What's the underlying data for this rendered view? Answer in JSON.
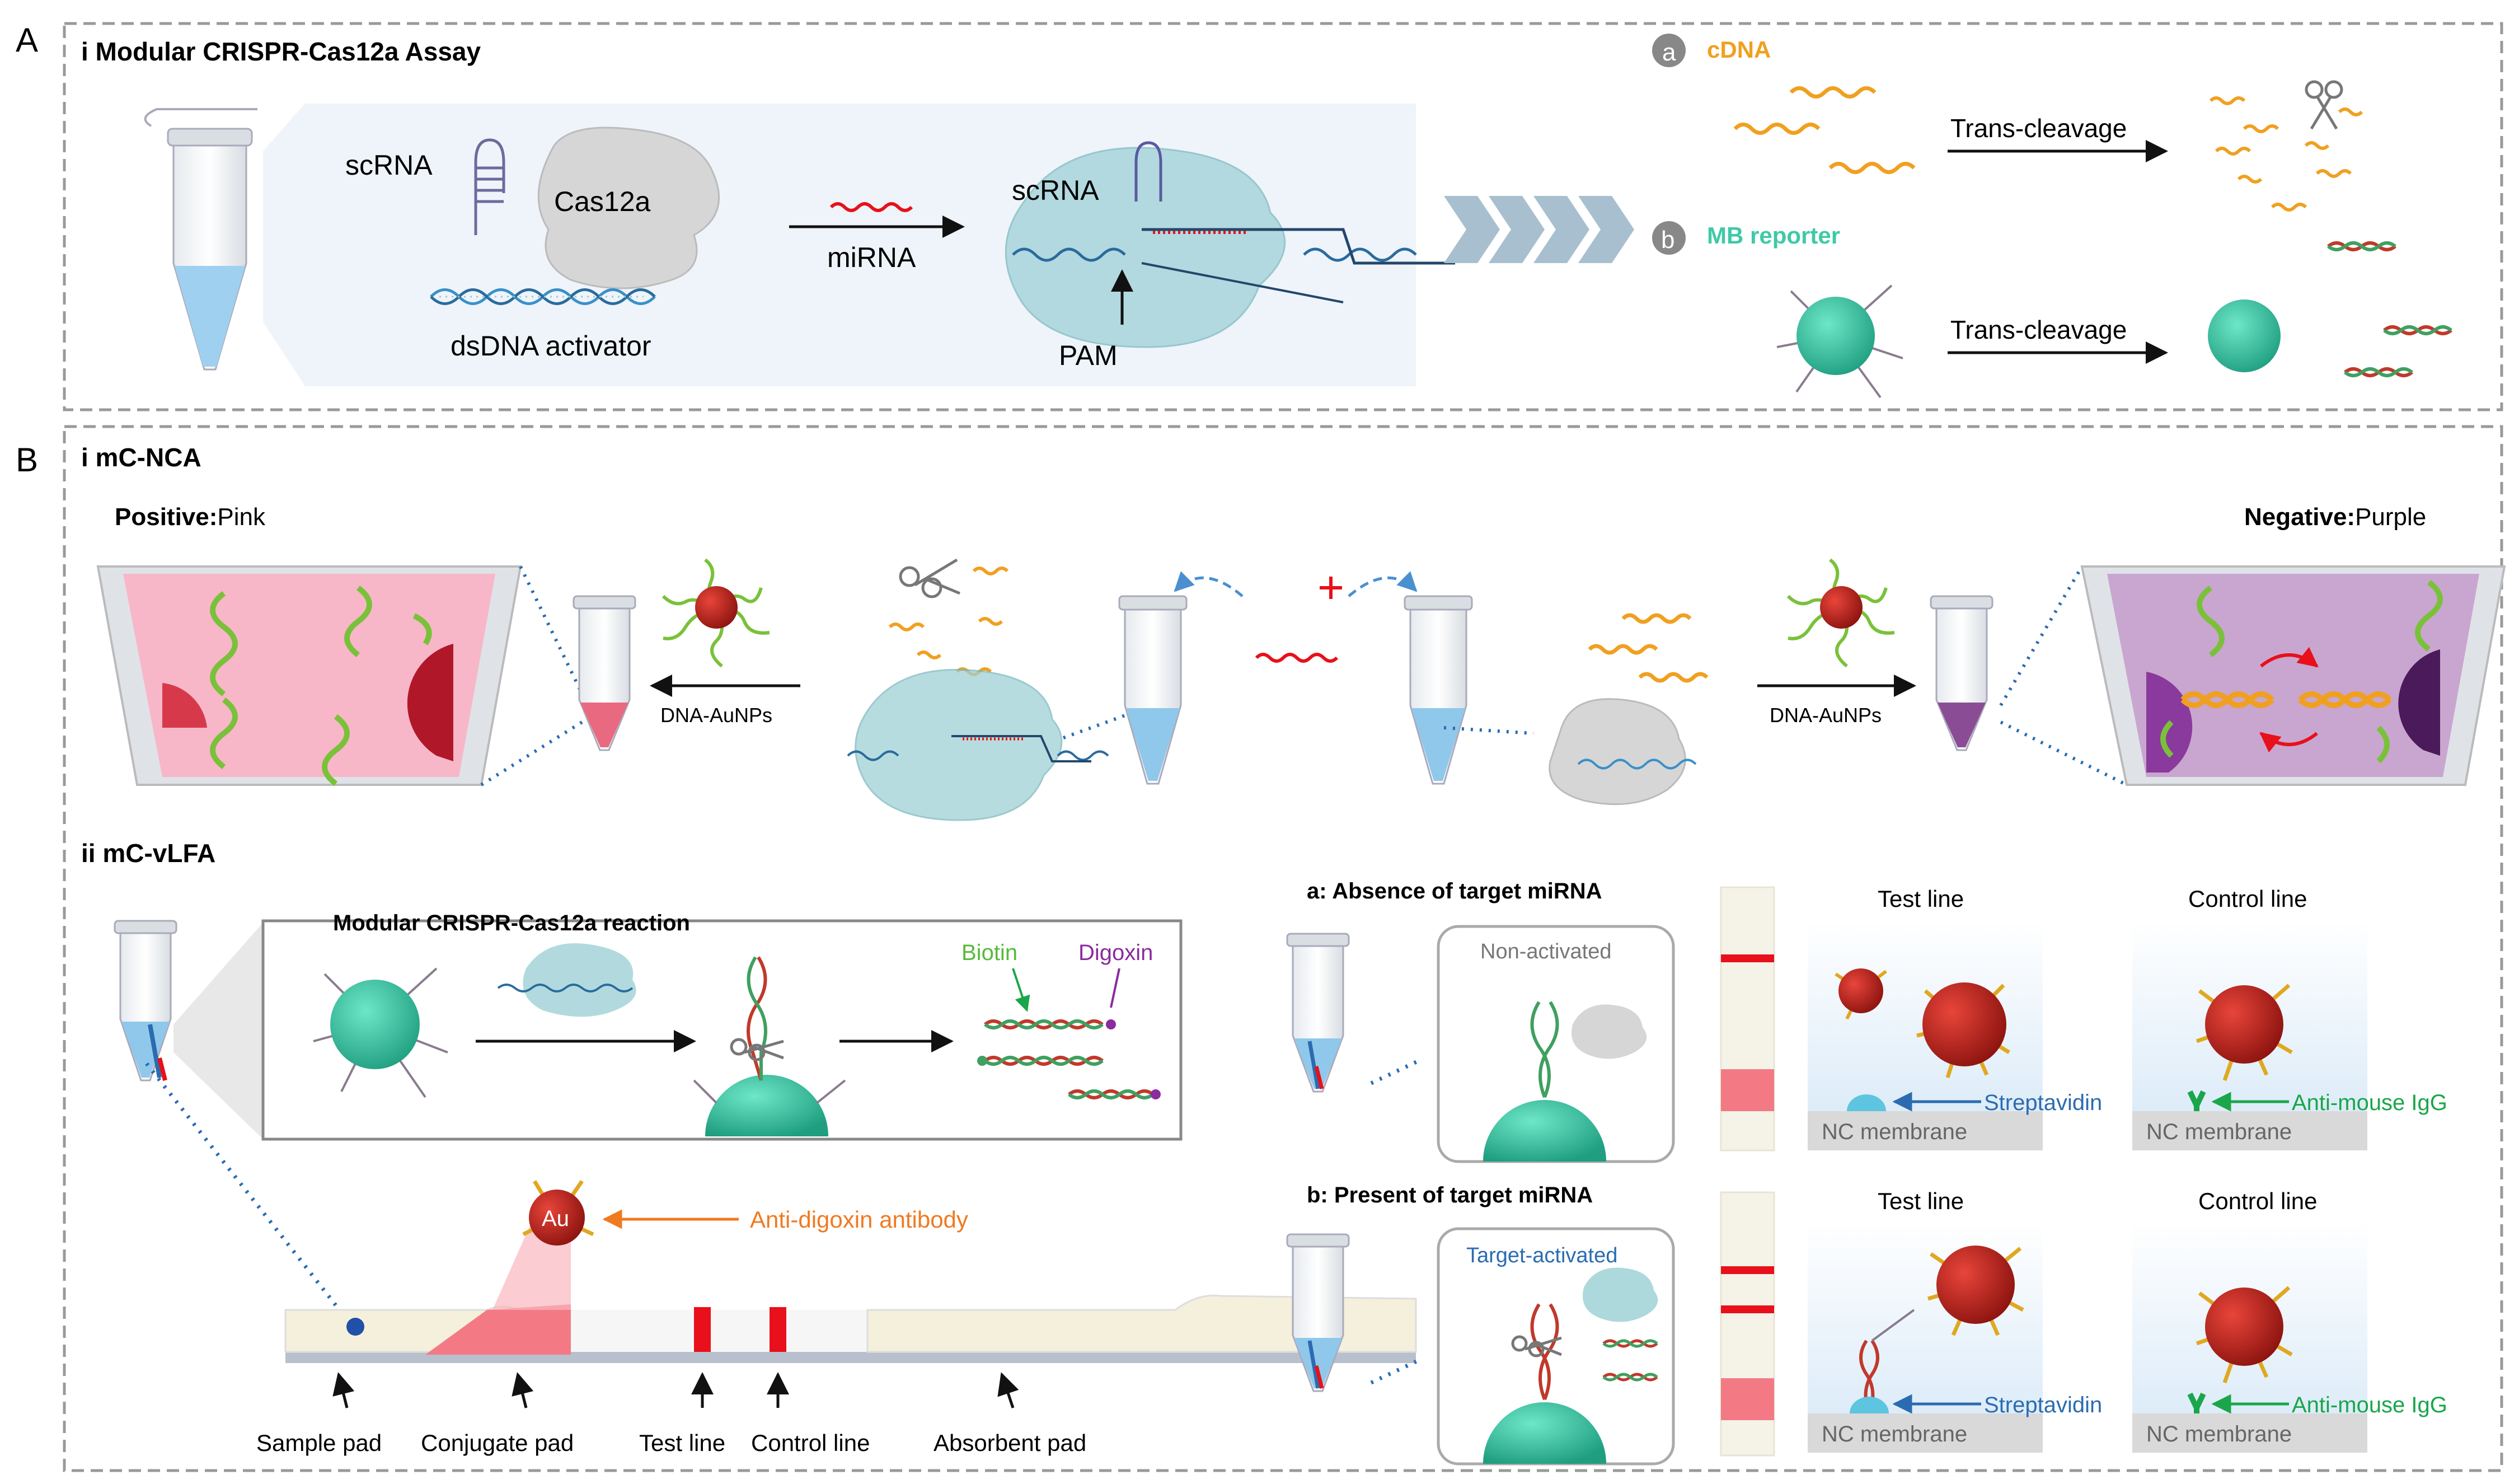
{
  "colors": {
    "orange": "#f0a020",
    "teal": "#3ec9a7",
    "pink": "#f7b7c8",
    "purple": "#c9a6cf",
    "red": "#e8101a",
    "blue": "#2b6cb0",
    "green": "#1aa64a",
    "gold": "#f2b61a"
  },
  "panelA": {
    "letter": "A",
    "title": "i Modular CRISPR-Cas12a Assay",
    "scrna": "scRNA",
    "cas12a": "Cas12a",
    "dsdna": "dsDNA activator",
    "mirna": "miRNA",
    "scrna2": "scRNA",
    "pam": "PAM",
    "badge_a": "a",
    "cdna": "cDNA",
    "trans1": "Trans-cleavage",
    "badge_b": "b",
    "mb": "MB reporter",
    "trans2": "Trans-cleavage"
  },
  "panelB": {
    "letter": "B",
    "title_i": "i mC-NCA",
    "positive_label": "Positive:",
    "positive_value": "Pink",
    "negative_label": "Negative:",
    "negative_value": "Purple",
    "dna_aunps_left": "DNA-AuNPs",
    "dna_aunps_right": "DNA-AuNPs",
    "title_ii": "ii mC-vLFA",
    "reaction_title": "Modular CRISPR-Cas12a reaction",
    "biotin": "Biotin",
    "digoxin": "Digoxin",
    "au": "Au",
    "anti_digoxin": "Anti-digoxin antibody",
    "strip_labels": [
      "Sample pad",
      "Conjugate pad",
      "Test line",
      "Control line",
      "Absorbent pad"
    ],
    "absence_title": "a: Absence of target miRNA",
    "non_activated": "Non-activated",
    "present_title": "b: Present of target miRNA",
    "target_activated": "Target-activated",
    "test_line": "Test line",
    "control_line": "Control line",
    "streptavidin": "Streptavidin",
    "anti_mouse": "Anti-mouse IgG",
    "nc_membrane": "NC membrane"
  }
}
